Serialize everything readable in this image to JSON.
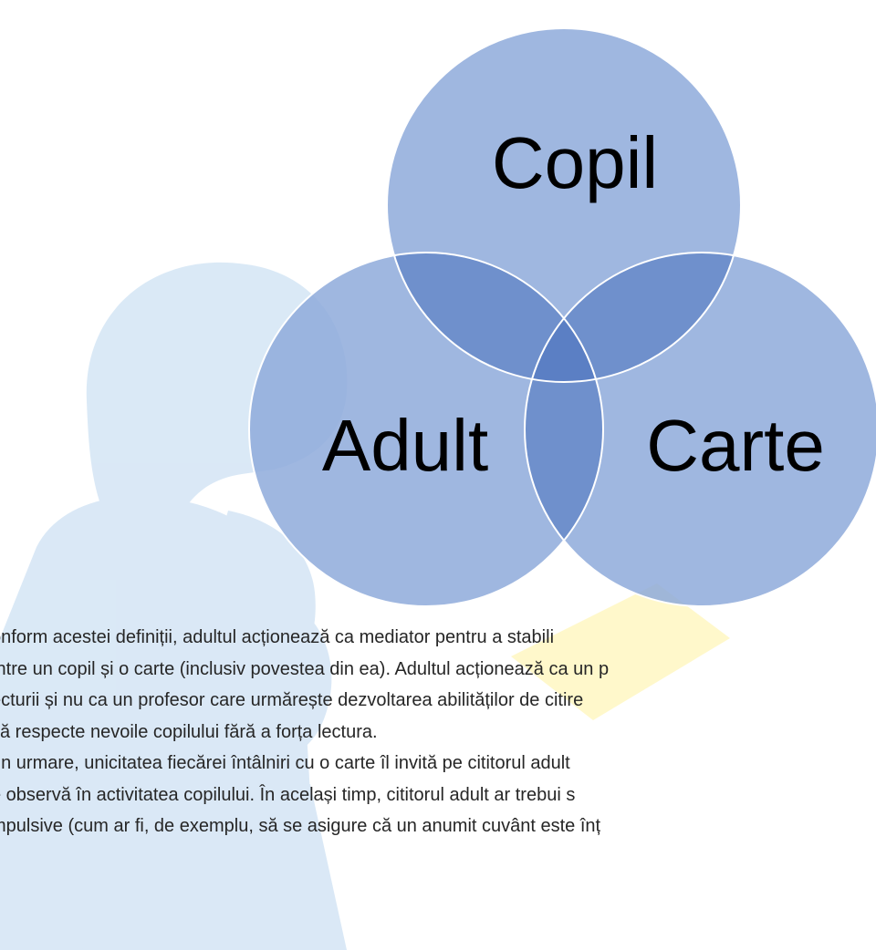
{
  "colors": {
    "circle_fill": "#8eaadb",
    "circle_stroke": "#ffffff",
    "overlap_pair": "#6f90cc",
    "overlap_center": "#5b7fc4",
    "watermark_blue": "#bcd7ef",
    "watermark_yellow": "#fff3a0"
  },
  "watermark": {
    "icon": "mother-reading-to-child-silhouette"
  },
  "venn": {
    "labels": {
      "top": "Copil",
      "left": "Adult",
      "right": "Carte"
    }
  },
  "body": {
    "lines": [
      "onform acestei definiții, adultul acționează ca mediator pentru a stabili",
      "între un copil și o carte (inclusiv povestea din ea). Adultul acționează ca un p",
      "ecturii și nu ca un profesor care urmărește dezvoltarea abilităților de citire",
      " să respecte nevoile copilului fără a forța lectura.",
      "rin urmare, unicitatea fiecărei întâlniri cu o carte îl invită pe cititorul adult",
      "e observă în activitatea copilului. În același timp, cititorul adult ar trebui s",
      "mpulsive (cum ar fi, de exemplu, să se asigure că un anumit cuvânt este înț"
    ]
  }
}
